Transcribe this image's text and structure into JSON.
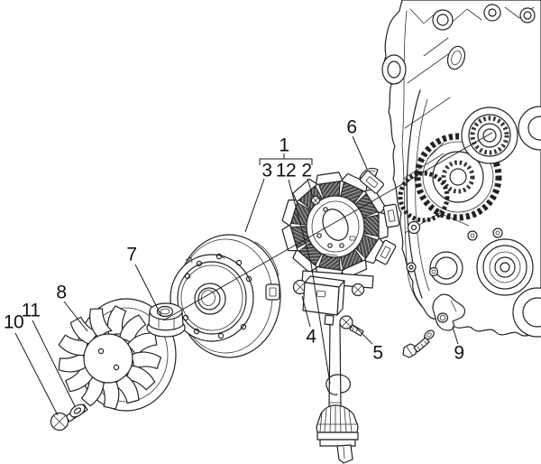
{
  "figure": {
    "colors": {
      "background": "#ffffff",
      "line": "#222222"
    }
  },
  "callouts": [
    {
      "id": "1",
      "label": "1"
    },
    {
      "id": "3",
      "label": "3"
    },
    {
      "id": "12",
      "label": "12"
    },
    {
      "id": "2",
      "label": "2"
    },
    {
      "id": "6",
      "label": "6"
    },
    {
      "id": "7",
      "label": "7"
    },
    {
      "id": "8",
      "label": "8"
    },
    {
      "id": "10",
      "label": "10"
    },
    {
      "id": "11",
      "label": "11"
    },
    {
      "id": "4",
      "label": "4"
    },
    {
      "id": "5",
      "label": "5"
    },
    {
      "id": "9",
      "label": "9"
    }
  ]
}
